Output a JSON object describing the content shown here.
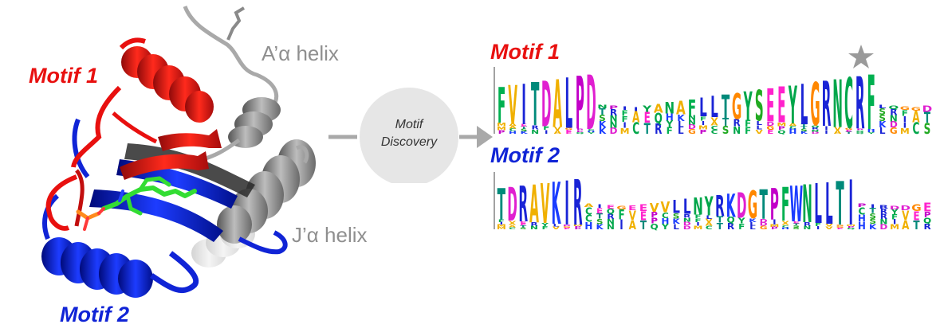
{
  "colors": {
    "motif1": "#e8100f",
    "motif2": "#1024d6",
    "helix_gray": "#8f8f8f",
    "ligand": "#33dd33",
    "star": "#9a9a9a"
  },
  "structure": {
    "label_motif1": "Motif 1",
    "label_motif2": "Motif 2",
    "label_helix_a": "A’α helix",
    "label_helix_j": "J’α helix"
  },
  "process": {
    "line1": "Motif",
    "line2": "Discovery"
  },
  "logos": {
    "motif1": {
      "title": "Motif 1",
      "main_sequence": "FVITDALPDNPIIYANAFLLTGYSEEYLGRNCRFLQGGD",
      "highlighted_residue": "C"
    },
    "motif2": {
      "title": "Motif 2",
      "main_sequence": "TDRAVKIRAIEGEEVVLLNYRKDGTPFWNLLTIPIRDDGE"
    }
  }
}
